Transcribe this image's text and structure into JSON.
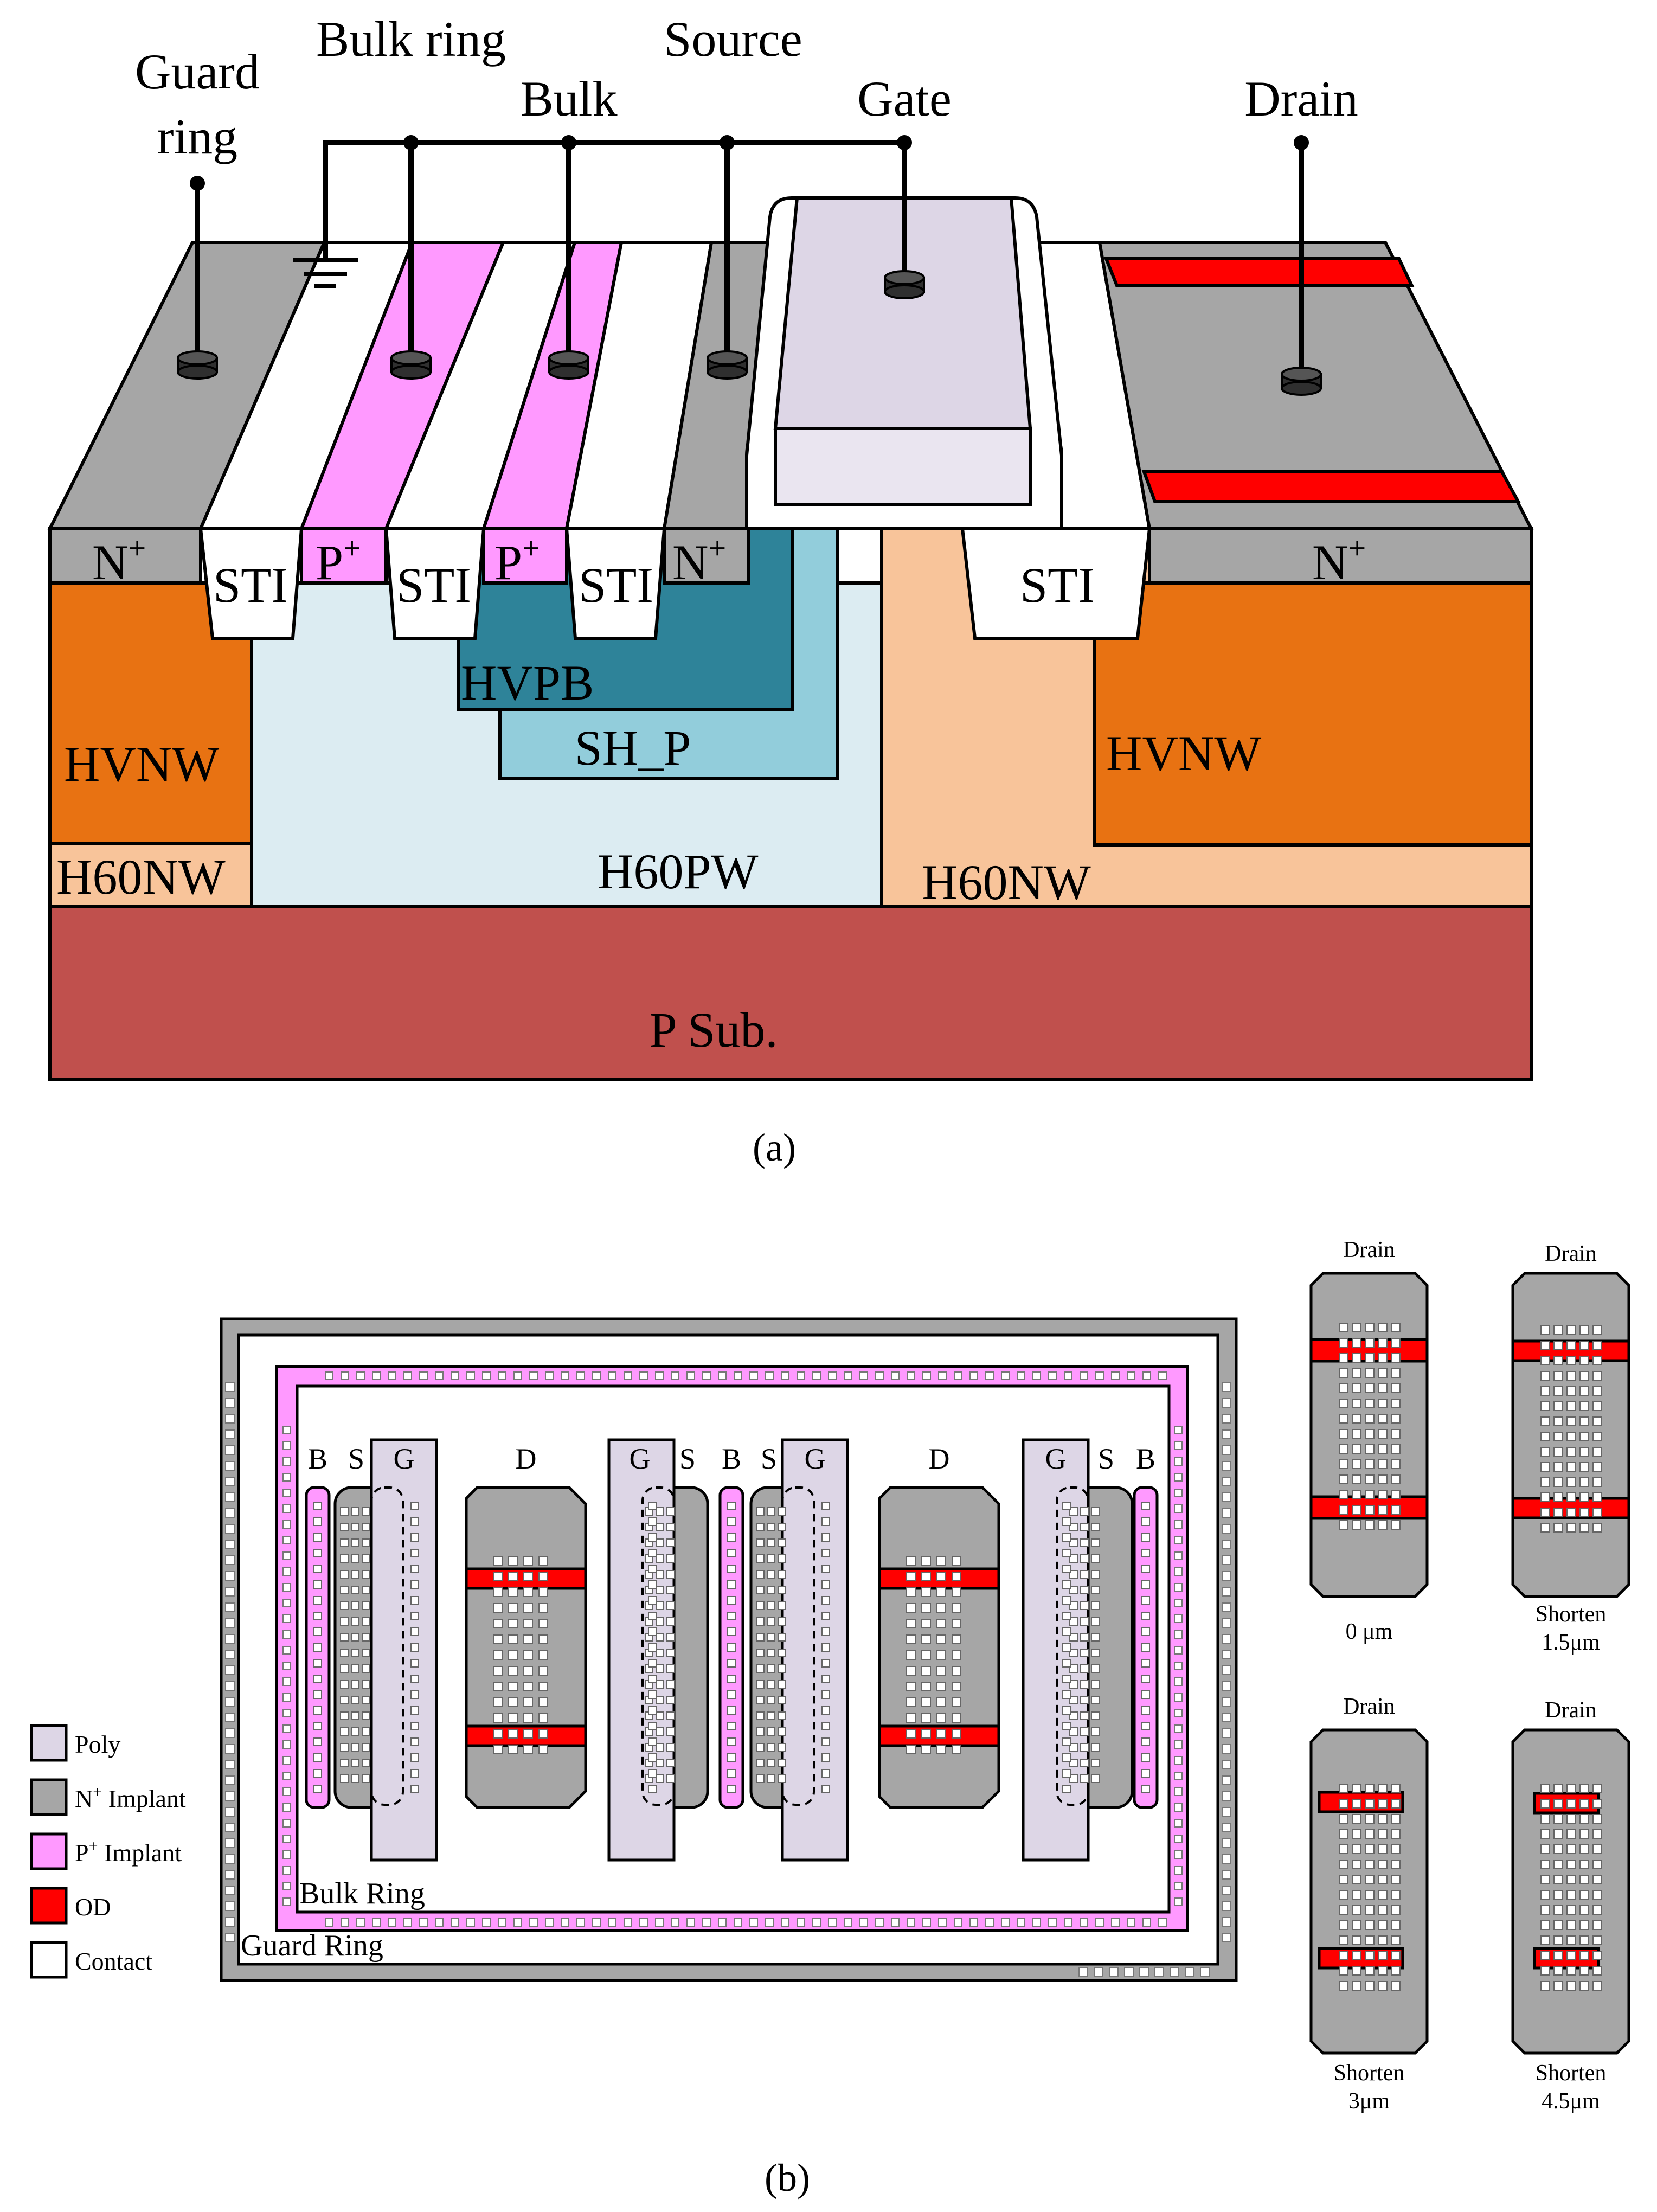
{
  "colors": {
    "n_implant": "#a6a6a6",
    "p_implant": "#ff99ff",
    "od": "#ff0000",
    "poly": "#ddd6e6",
    "sti": "#ffffff",
    "hvnw": "#e87212",
    "h60nw": "#f8c49a",
    "h60pw": "#dcecf2",
    "hvpb": "#2e8399",
    "sh_p": "#92cddb",
    "psub": "#c0504d",
    "contact": "#ffffff",
    "stroke": "#000000",
    "terminal": "#2f2f2f"
  },
  "panel_a": {
    "caption": "(a)",
    "terminals": {
      "guard_ring_1": "Guard",
      "guard_ring_2": "ring",
      "bulk_ring": "Bulk ring",
      "bulk": "Bulk",
      "source": "Source",
      "gate": "Gate",
      "drain": "Drain"
    },
    "regions": {
      "n_plus": "N",
      "p_plus": "P",
      "sup_plus": "+",
      "sti": "STI",
      "hvpb": "HVPB",
      "sh_p": "SH_P",
      "hvnw": "HVNW",
      "h60nw": "H60NW",
      "h60pw": "H60PW",
      "psub": "P Sub."
    }
  },
  "panel_b": {
    "caption": "(b)",
    "column_labels": [
      "B",
      "S",
      "G",
      "D",
      "G",
      "S",
      "B",
      "S",
      "G",
      "D",
      "G",
      "S",
      "B"
    ],
    "bulk_ring_label": "Bulk Ring",
    "guard_ring_label": "Guard Ring",
    "legend": [
      {
        "label": "Poly",
        "swatch": "poly"
      },
      {
        "label": "N",
        "sup": "+",
        "label_after": " Implant",
        "swatch": "n_implant"
      },
      {
        "label": "P",
        "sup": "+",
        "label_after": " Implant",
        "swatch": "p_implant"
      },
      {
        "label": "OD",
        "swatch": "od"
      },
      {
        "label": "Contact",
        "swatch": "contact"
      }
    ],
    "drain_variants": [
      {
        "title": "Drain",
        "caption_1": "0 μm",
        "caption_2": ""
      },
      {
        "title": "Drain",
        "caption_1": "Shorten",
        "caption_2": "1.5μm"
      },
      {
        "title": "Drain",
        "caption_1": "Shorten",
        "caption_2": "3μm"
      },
      {
        "title": "Drain",
        "caption_1": "Shorten",
        "caption_2": "4.5μm"
      }
    ]
  }
}
